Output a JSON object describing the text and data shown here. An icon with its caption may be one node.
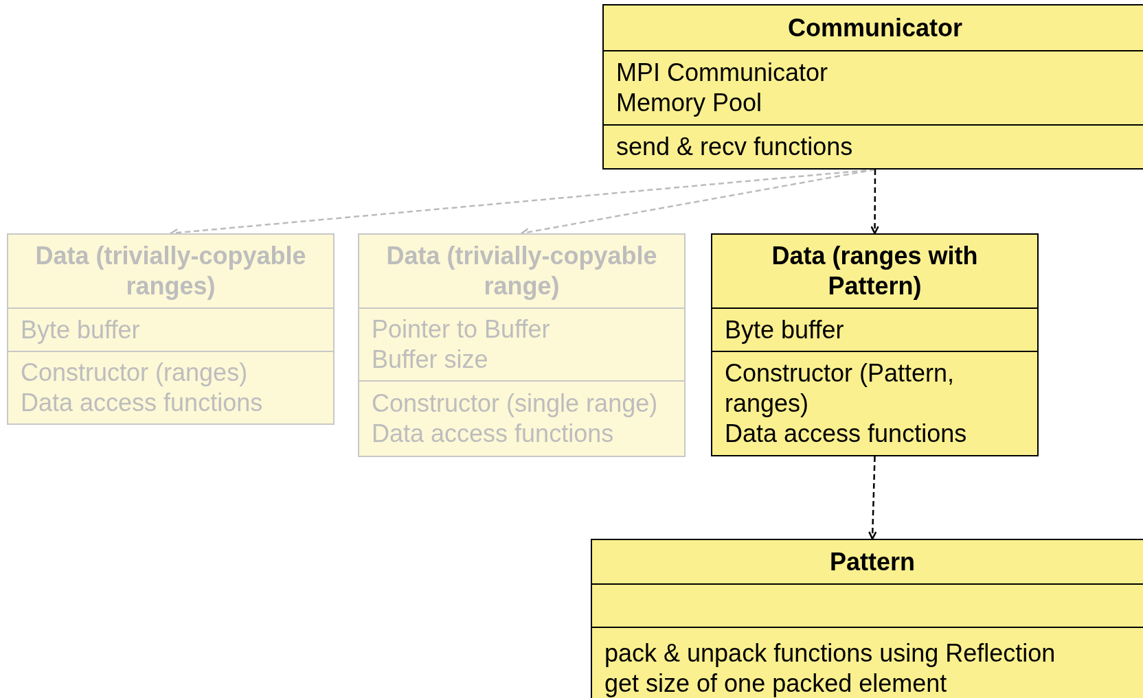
{
  "diagram": {
    "nodes": [
      {
        "text": [
          "Communicator",
          "MPI Communicator",
          "Memory Pool",
          "send & recv functions"
        ]
      },
      {
        "text": [
          "Data (trivially-copyable ranges)",
          "Byte buffer",
          "Constructor (ranges)",
          "Data access functions"
        ]
      },
      {
        "text": [
          "Data (trivially-copyable range)",
          "Pointer to Buffer",
          "Buffer size",
          "Constructor (single range)",
          "Data access functions"
        ]
      },
      {
        "text": [
          "Data (ranges with Pattern)",
          "Byte buffer",
          "Constructor (Pattern, ranges)",
          "Data access functions"
        ]
      },
      {
        "text": [
          "Pattern",
          "pack & unpack functions using Reflection",
          "get size of one packed element"
        ]
      }
    ],
    "edges": [
      {
        "from": 0,
        "to": 1,
        "arrow": "to",
        "style": "dashed",
        "color": "#bbbbbb"
      },
      {
        "from": 0,
        "to": 2,
        "arrow": "to",
        "style": "dashed",
        "color": "#bbbbbb"
      },
      {
        "from": 0,
        "to": 3,
        "arrow": "to",
        "style": "dashed",
        "color": "#000000"
      },
      {
        "from": 3,
        "to": 4,
        "arrow": "to",
        "style": "dashed",
        "color": "#000000"
      }
    ]
  }
}
